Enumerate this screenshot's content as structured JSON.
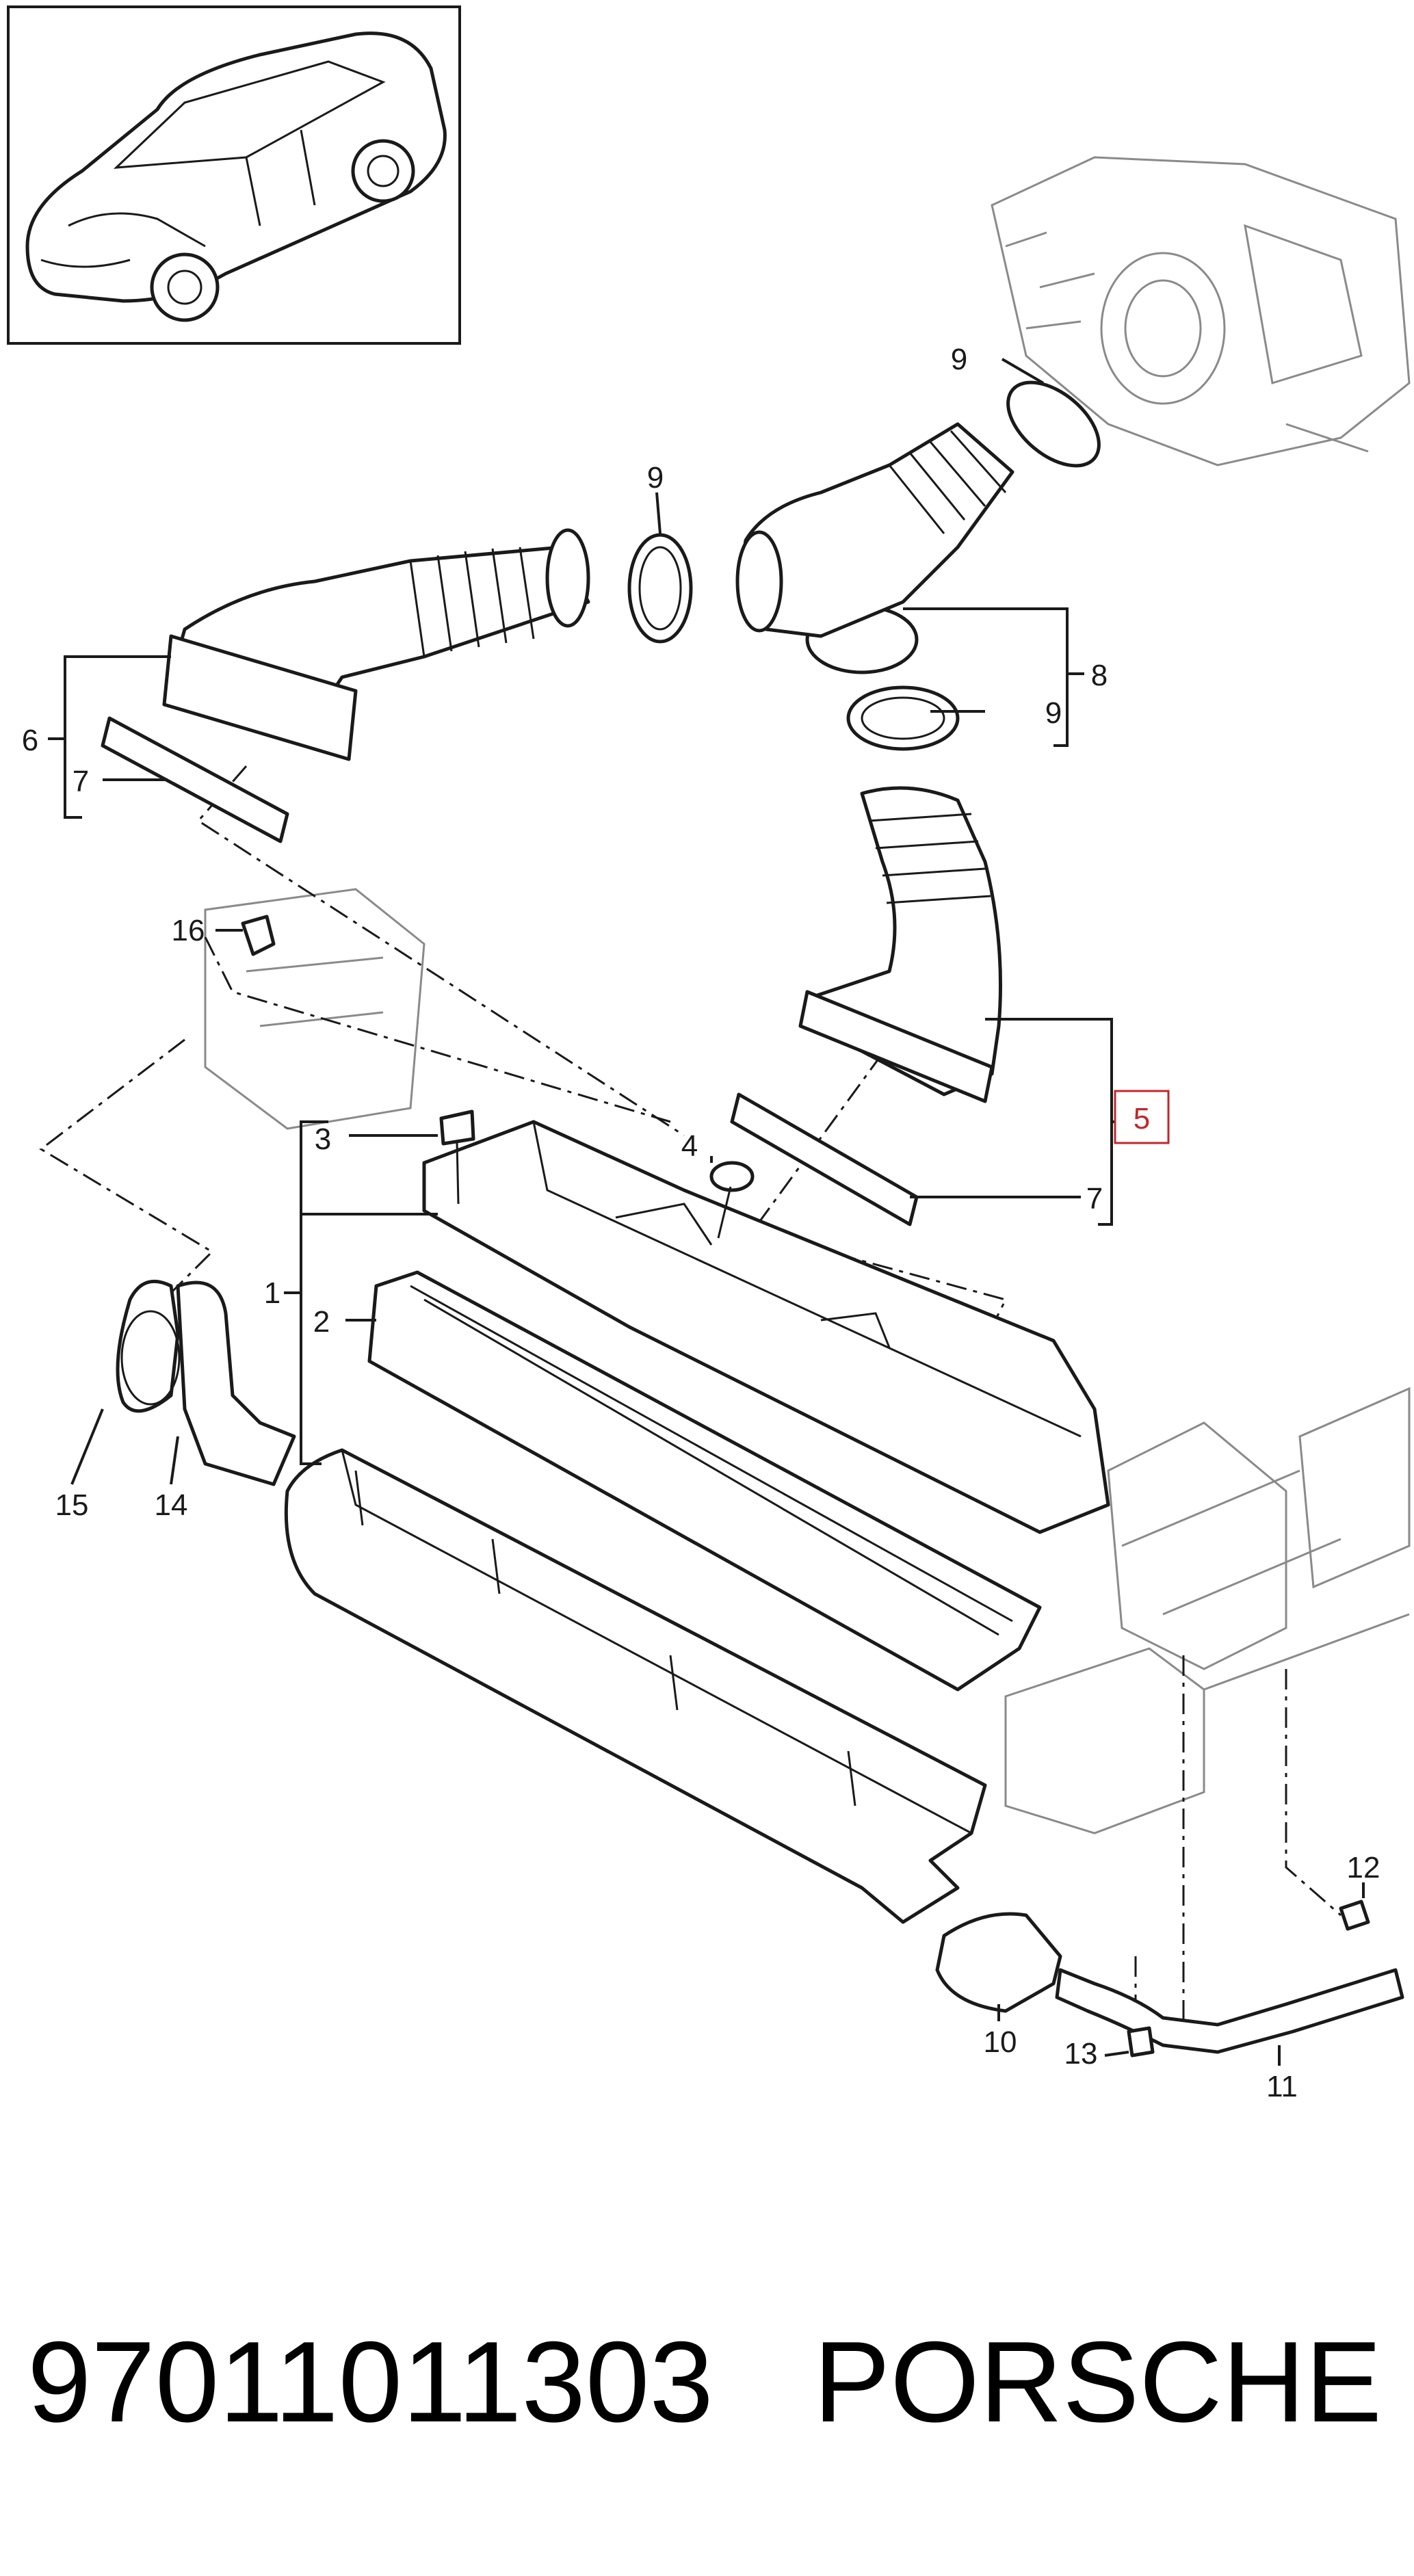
{
  "diagram": {
    "callouts": [
      {
        "id": "c1",
        "label": "1",
        "highlighted": false
      },
      {
        "id": "c2",
        "label": "2",
        "highlighted": false
      },
      {
        "id": "c3",
        "label": "3",
        "highlighted": false
      },
      {
        "id": "c4",
        "label": "4",
        "highlighted": false
      },
      {
        "id": "c5",
        "label": "5",
        "highlighted": true
      },
      {
        "id": "c6",
        "label": "6",
        "highlighted": false
      },
      {
        "id": "c7a",
        "label": "7",
        "highlighted": false
      },
      {
        "id": "c7b",
        "label": "7",
        "highlighted": false
      },
      {
        "id": "c8",
        "label": "8",
        "highlighted": false
      },
      {
        "id": "c9a",
        "label": "9",
        "highlighted": false
      },
      {
        "id": "c9b",
        "label": "9",
        "highlighted": false
      },
      {
        "id": "c9c",
        "label": "9",
        "highlighted": false
      },
      {
        "id": "c10",
        "label": "10",
        "highlighted": false
      },
      {
        "id": "c11",
        "label": "11",
        "highlighted": false
      },
      {
        "id": "c12",
        "label": "12",
        "highlighted": false
      },
      {
        "id": "c13",
        "label": "13",
        "highlighted": false
      },
      {
        "id": "c14",
        "label": "14",
        "highlighted": false
      },
      {
        "id": "c15",
        "label": "15",
        "highlighted": false
      },
      {
        "id": "c16",
        "label": "16",
        "highlighted": false
      }
    ],
    "highlight_color": "#c2272d",
    "line_color": "#1a1a1a"
  },
  "footer": {
    "part_number": "97011011303",
    "brand": "PORSCHE"
  }
}
